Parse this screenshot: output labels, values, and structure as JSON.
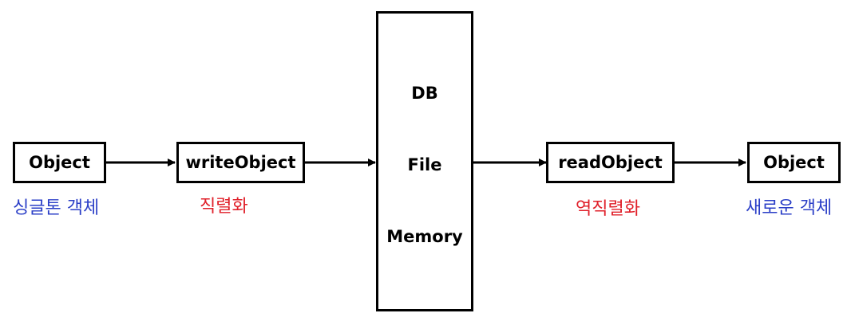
{
  "nodes": {
    "source_object": {
      "label": "Object",
      "caption": "싱글톤 객체"
    },
    "write_object": {
      "label": "writeObject",
      "caption": "직렬화"
    },
    "storage": {
      "items": [
        "DB",
        "File",
        "Memory"
      ]
    },
    "read_object": {
      "label": "readObject",
      "caption": "역직렬화"
    },
    "target_object": {
      "label": "Object",
      "caption": "새로운 객체"
    }
  },
  "colors": {
    "stroke": "#000000",
    "singleton_caption": "#2b3fc7",
    "serialize_caption": "#e0202a",
    "deserialize_caption": "#e0202a",
    "new_object_caption": "#2b3fc7"
  }
}
